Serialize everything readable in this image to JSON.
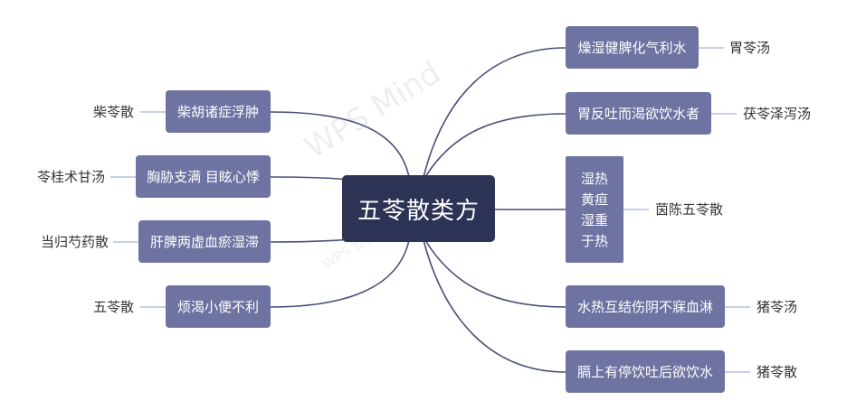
{
  "root": {
    "label": "五苓散类方"
  },
  "left_branches": [
    {
      "label": "柴胡诸症浮肿",
      "leaf": "柴苓散"
    },
    {
      "label": "胸胁支满 目眩心悸",
      "leaf": "苓桂术甘汤"
    },
    {
      "label": "肝脾两虚血瘀湿滞",
      "leaf": "当归芍药散"
    },
    {
      "label": "烦渴小便不利",
      "leaf": "五苓散"
    }
  ],
  "right_branches": [
    {
      "label": "燥湿健脾化气利水",
      "leaf": "胃苓汤"
    },
    {
      "label": "胃反吐而渴欲饮水者",
      "leaf": "茯苓泽泻汤"
    },
    {
      "label_lines": [
        "湿热",
        "黄疸",
        "湿重",
        "于热"
      ],
      "leaf": "茵陈五苓散"
    },
    {
      "label": "水热互结伤阴不寐血淋",
      "leaf": "猪苓汤"
    },
    {
      "label": "膈上有停饮吐后欲饮水",
      "leaf": "猪苓散"
    }
  ],
  "colors": {
    "root_fill": "#2d3355",
    "branch_fill": "#6e73a2",
    "link_stroke": "#4a4f78",
    "leaf_link_stroke": "#b9bde0"
  },
  "watermark": {
    "main": "WPS Mind",
    "sub": "WPS 脑图 提升创造力"
  }
}
